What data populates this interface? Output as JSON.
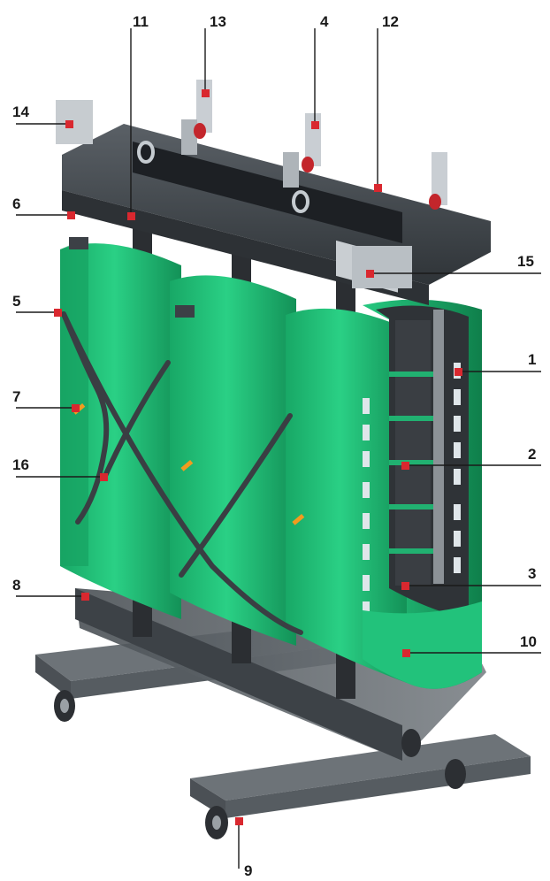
{
  "diagram": {
    "subject": "Cast resin dry-type transformer, cut-away view",
    "colors": {
      "coil_green": "#21c47a",
      "coil_green_dark": "#16995c",
      "frame_dark": "#3a3f44",
      "core_dark": "#2e3236",
      "callout_red": "#d9282f",
      "label_text": "#1a1a1a"
    },
    "callouts": [
      {
        "id": "c11",
        "label": "11"
      },
      {
        "id": "c13",
        "label": "13"
      },
      {
        "id": "c4",
        "label": "4"
      },
      {
        "id": "c12",
        "label": "12"
      },
      {
        "id": "c14",
        "label": "14"
      },
      {
        "id": "c6",
        "label": "6"
      },
      {
        "id": "c15",
        "label": "15"
      },
      {
        "id": "c5",
        "label": "5"
      },
      {
        "id": "c1",
        "label": "1"
      },
      {
        "id": "c7",
        "label": "7"
      },
      {
        "id": "c2",
        "label": "2"
      },
      {
        "id": "c16",
        "label": "16"
      },
      {
        "id": "c3",
        "label": "3"
      },
      {
        "id": "c8",
        "label": "8"
      },
      {
        "id": "c10",
        "label": "10"
      },
      {
        "id": "c9",
        "label": "9"
      }
    ]
  }
}
